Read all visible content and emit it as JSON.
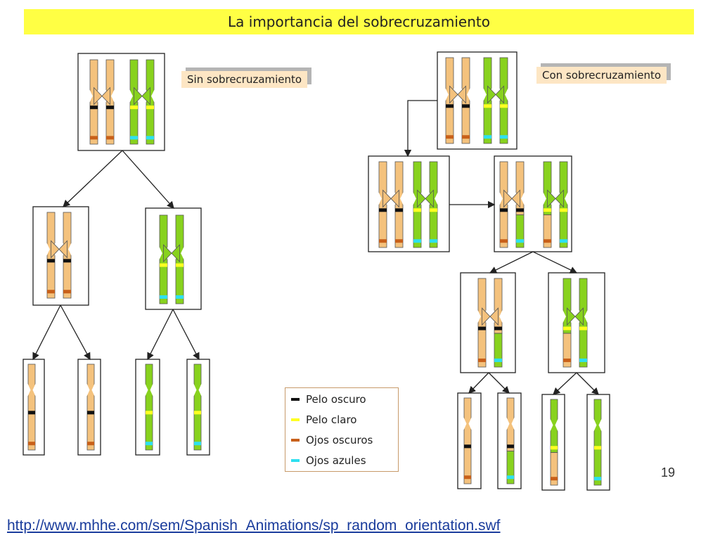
{
  "title": "La importancia del sobrecruzamiento",
  "label_without": "Sin sobrecruzamiento",
  "label_with": "Con sobrecruzamiento",
  "legend": [
    {
      "label": "Pelo oscuro",
      "color": "#111111"
    },
    {
      "label": "Pelo claro",
      "color": "#ffff22"
    },
    {
      "label": "Ojos oscuros",
      "color": "#c8601a"
    },
    {
      "label": "Ojos azules",
      "color": "#2ee0f0"
    }
  ],
  "page_number": "19",
  "url": "http://www.mhhe.com/sem/Spanish_Animations/sp_random_orientation.swf",
  "colors": {
    "title_bg": "#ffff44",
    "tan_chromosome": "#f4c27d",
    "green_chromosome": "#88d21e",
    "tag_bg": "#fde6c4"
  }
}
